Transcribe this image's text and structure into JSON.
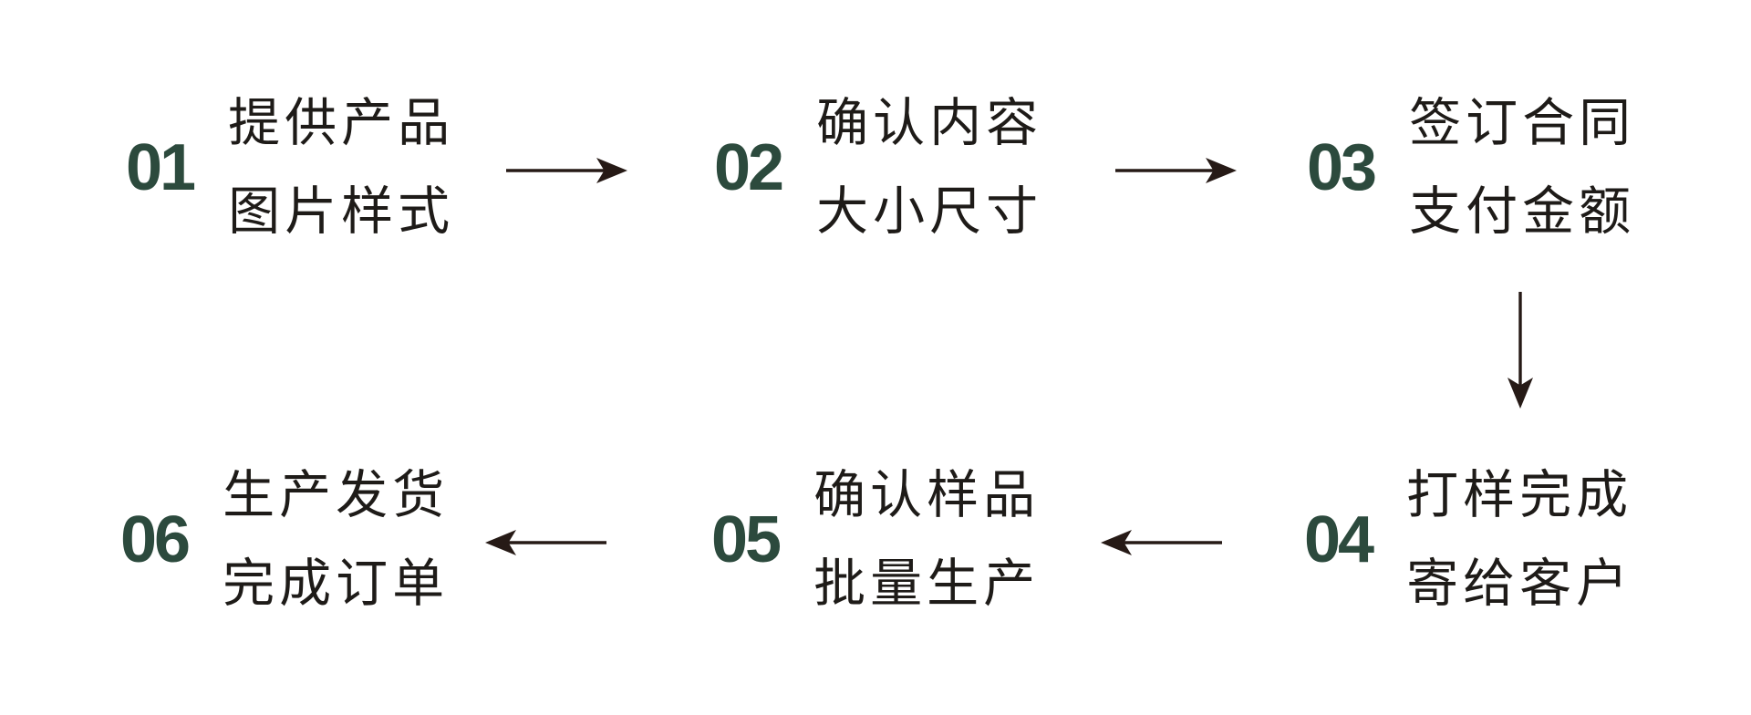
{
  "diagram": {
    "type": "flowchart",
    "background_color": "#ffffff",
    "number_color": "#2c4a3d",
    "text_color": "#1e1b18",
    "arrow_color": "#261a16",
    "steps": [
      {
        "number": "01",
        "line1": "提供产品",
        "line2": "图片样式"
      },
      {
        "number": "02",
        "line1": "确认内容",
        "line2": "大小尺寸"
      },
      {
        "number": "03",
        "line1": "签订合同",
        "line2": "支付金额"
      },
      {
        "number": "04",
        "line1": "打样完成",
        "line2": "寄给客户"
      },
      {
        "number": "05",
        "line1": "确认样品",
        "line2": "批量生产"
      },
      {
        "number": "06",
        "line1": "生产发货",
        "line2": "完成订单"
      }
    ],
    "arrows": [
      {
        "from": "01",
        "to": "02",
        "direction": "right"
      },
      {
        "from": "02",
        "to": "03",
        "direction": "right"
      },
      {
        "from": "03",
        "to": "04",
        "direction": "down"
      },
      {
        "from": "04",
        "to": "05",
        "direction": "left"
      },
      {
        "from": "05",
        "to": "06",
        "direction": "left"
      }
    ]
  }
}
